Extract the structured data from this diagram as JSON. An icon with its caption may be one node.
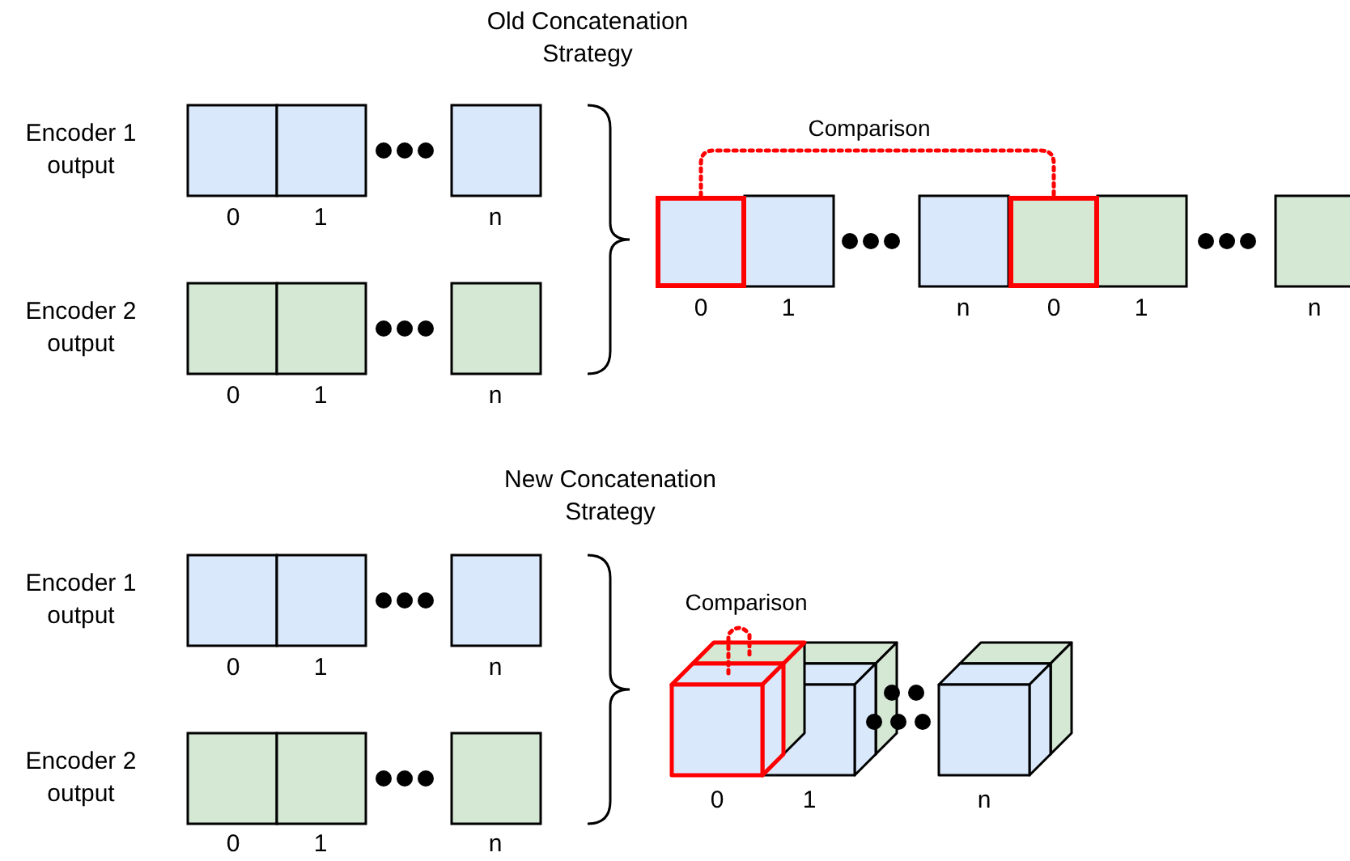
{
  "diagram": {
    "nodes": [
      {
        "text": [],
        "shape": "box",
        "beside": [
          "0"
        ]
      },
      {
        "text": [],
        "shape": "box",
        "beside": [
          "0"
        ]
      },
      {
        "text": [],
        "shape": "box",
        "beside": [
          "0"
        ]
      },
      {
        "text": [],
        "shape": "box"
      }
    ],
    "edges": [
      {
        "from": 0,
        "to": 1,
        "arrow": "none",
        "label": "Comparison",
        "style": "dashed",
        "color": "#ff0000"
      },
      {
        "from": 2,
        "to": 3,
        "arrow": "none",
        "label": "Comparison",
        "style": "dashed",
        "color": "#ff0000"
      }
    ],
    "labels": [
      "Old Concatenation Strategy",
      "Encoder 1 output",
      "0",
      "1",
      "n",
      "Encoder 2 output",
      "0",
      "1",
      "n",
      "1",
      "n",
      "1",
      "n",
      "New Concatenation Strategy",
      "Encoder 1 output",
      "0",
      "1",
      "n",
      "Encoder 2 output",
      "0",
      "1",
      "n",
      "1",
      "n"
    ]
  }
}
